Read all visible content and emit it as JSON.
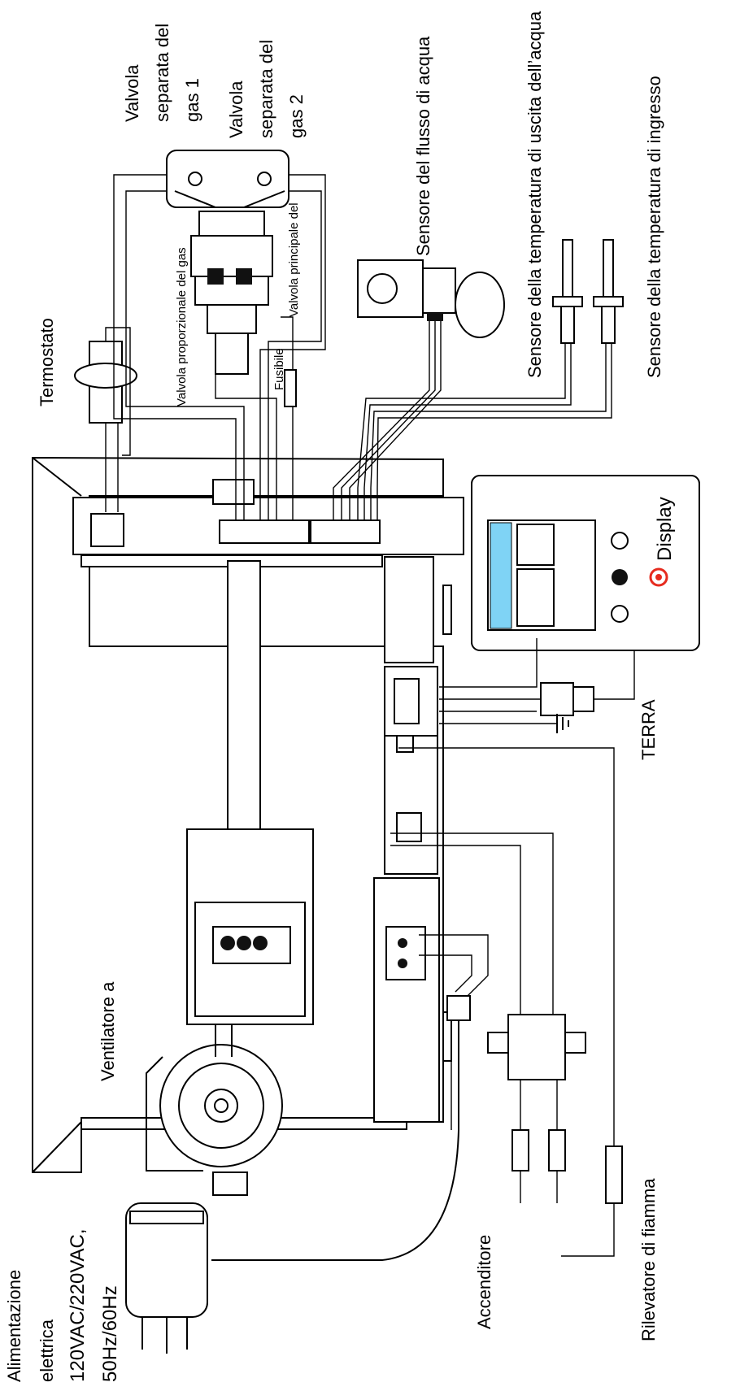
{
  "labels": {
    "alimentazione": [
      "Alimentazione",
      "elettrica",
      "120VAC/220VAC,",
      "50Hz/60Hz"
    ],
    "ventilatore": "Ventilatore a",
    "termostato": "Termostato",
    "valvola_gas1": [
      "Valvola",
      "separata del",
      "gas 1"
    ],
    "valvola_gas2": [
      "Valvola",
      "separata del",
      "gas 2"
    ],
    "valvola_proporzionale": "Valvola proporzionale del gas",
    "valvola_principale": "Valvola principale del",
    "fusibile": "Fusibile",
    "sensore_flusso": "Sensore del flusso di acqua",
    "sensore_uscita": "Sensore della temperatura di uscita dell’acqua",
    "sensore_ingresso": "Sensore della temperatura di ingresso",
    "display": "Display",
    "terra": "TERRA",
    "accenditore": "Accenditore",
    "rilevatore": "Rilevatore di fiamma"
  }
}
